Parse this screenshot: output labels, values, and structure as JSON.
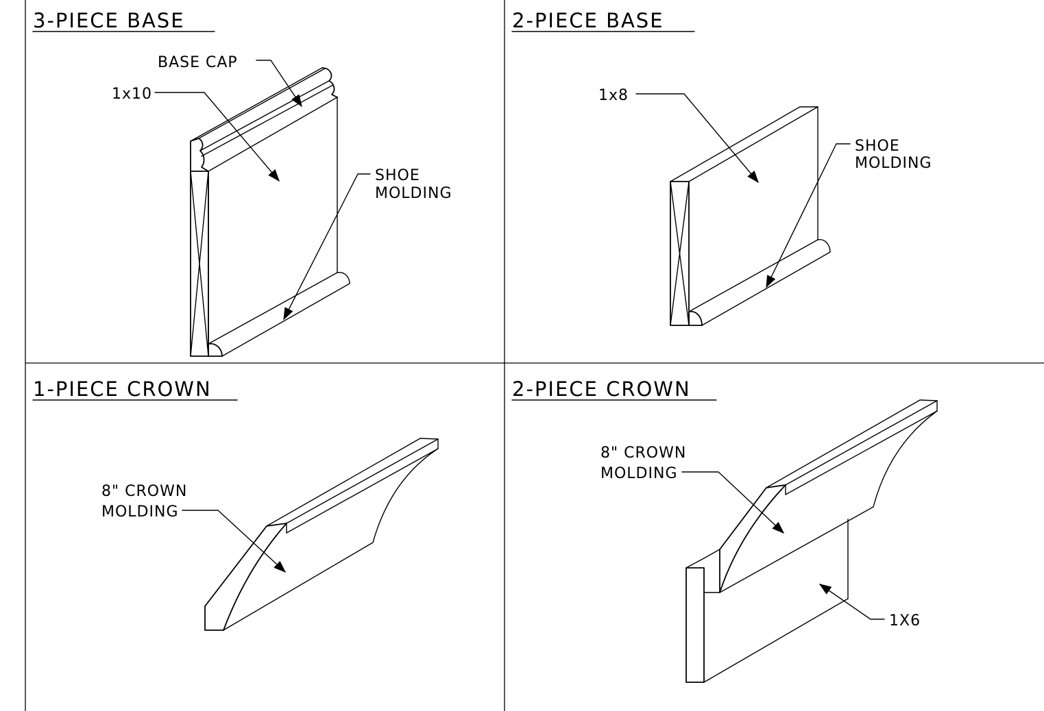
{
  "panels": {
    "three_piece_base": {
      "title": "3-PIECE BASE",
      "labels": {
        "base_cap": "BASE CAP",
        "board": "1x10",
        "shoe_line1": "SHOE",
        "shoe_line2": "MOLDING"
      }
    },
    "two_piece_base": {
      "title": "2-PIECE BASE",
      "labels": {
        "board": "1x8",
        "shoe_line1": "SHOE",
        "shoe_line2": "MOLDING"
      }
    },
    "one_piece_crown": {
      "title": "1-PIECE CROWN",
      "labels": {
        "crown_line1": "8\" CROWN",
        "crown_line2": "MOLDING"
      }
    },
    "two_piece_crown": {
      "title": "2-PIECE CROWN",
      "labels": {
        "crown_line1": "8\" CROWN",
        "crown_line2": "MOLDING",
        "board": "1X6"
      }
    }
  },
  "colors": {
    "line": "#000000",
    "background": "#ffffff"
  }
}
